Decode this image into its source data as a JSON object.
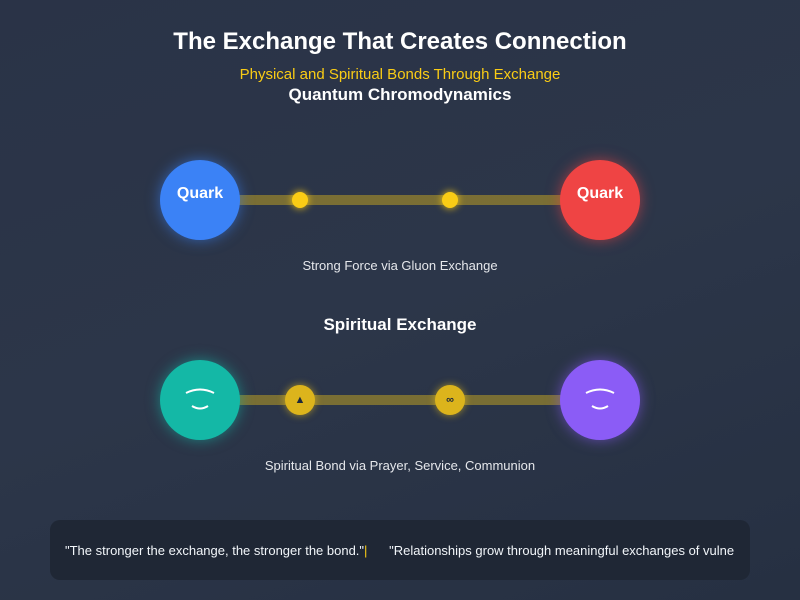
{
  "title": "The Exchange That Creates Connection",
  "subtitle": "Physical and Spiritual Bonds Through Exchange",
  "qcd": {
    "heading": "Quantum Chromodynamics",
    "left": "Quark",
    "right": "Quark",
    "caption": "Strong Force via Gluon Exchange",
    "left_color": "#3b82f6",
    "right_color": "#ef4444"
  },
  "spiritual": {
    "heading": "Spiritual Exchange",
    "caption": "Spiritual Bond via Prayer, Service, Communion",
    "left_color": "#14b8a6",
    "right_color": "#8b5cf6",
    "particle_icons": [
      "person-icon",
      "infinity-icon"
    ]
  },
  "quotes": {
    "first": "\"The stronger the exchange, the stronger the bond.\"",
    "cursor": "|",
    "second": "\"Relationships grow through meaningful exchanges of vulne"
  }
}
